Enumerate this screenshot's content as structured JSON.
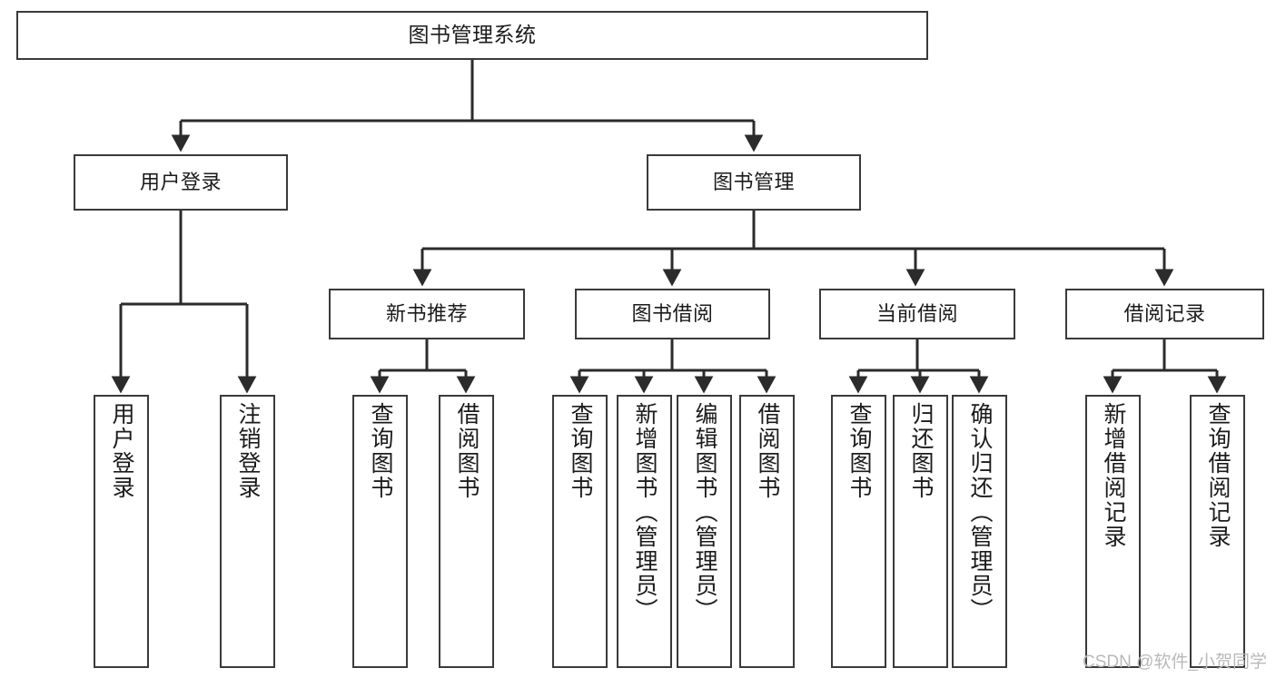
{
  "diagram": {
    "title": "图书管理系统",
    "type": "tree-hierarchy",
    "watermark": "CSDN @软件_小贺同学",
    "colors": {
      "background": "#ffffff",
      "box_border": "#3a3a3a",
      "box_fill": "#ffffff",
      "edge": "#2b2b2b",
      "text": "#1b1b1b",
      "watermark": "#b9b9b9"
    },
    "nodes": {
      "root": {
        "label": "图书管理系统"
      },
      "level2": [
        {
          "id": "user-login",
          "label": "用户登录"
        },
        {
          "id": "book-manage",
          "label": "图书管理"
        }
      ],
      "level3": [
        {
          "id": "new-book-recommend",
          "label": "新书推荐"
        },
        {
          "id": "book-borrow",
          "label": "图书借阅"
        },
        {
          "id": "current-borrow",
          "label": "当前借阅"
        },
        {
          "id": "borrow-record",
          "label": "借阅记录"
        }
      ],
      "leaves": [
        {
          "id": "leaf-user-login",
          "label": "用户登录",
          "parent": "user-login"
        },
        {
          "id": "leaf-logout",
          "label": "注销登录",
          "parent": "user-login"
        },
        {
          "id": "leaf-query-book-1",
          "label": "查询图书",
          "parent": "new-book-recommend"
        },
        {
          "id": "leaf-borrow-book-1",
          "label": "借阅图书",
          "parent": "new-book-recommend"
        },
        {
          "id": "leaf-query-book-2",
          "label": "查询图书",
          "parent": "book-borrow"
        },
        {
          "id": "leaf-add-book",
          "label": "新增图书（管理员）",
          "parent": "book-borrow"
        },
        {
          "id": "leaf-edit-book",
          "label": "编辑图书（管理员）",
          "parent": "book-borrow"
        },
        {
          "id": "leaf-borrow-book-2",
          "label": "借阅图书",
          "parent": "book-borrow"
        },
        {
          "id": "leaf-query-book-3",
          "label": "查询图书",
          "parent": "current-borrow"
        },
        {
          "id": "leaf-return-book",
          "label": "归还图书",
          "parent": "current-borrow"
        },
        {
          "id": "leaf-confirm-return",
          "label": "确认归还（管理员）",
          "parent": "current-borrow"
        },
        {
          "id": "leaf-add-record",
          "label": "新增借阅记录",
          "parent": "borrow-record"
        },
        {
          "id": "leaf-query-record",
          "label": "查询借阅记录",
          "parent": "borrow-record"
        }
      ]
    }
  }
}
